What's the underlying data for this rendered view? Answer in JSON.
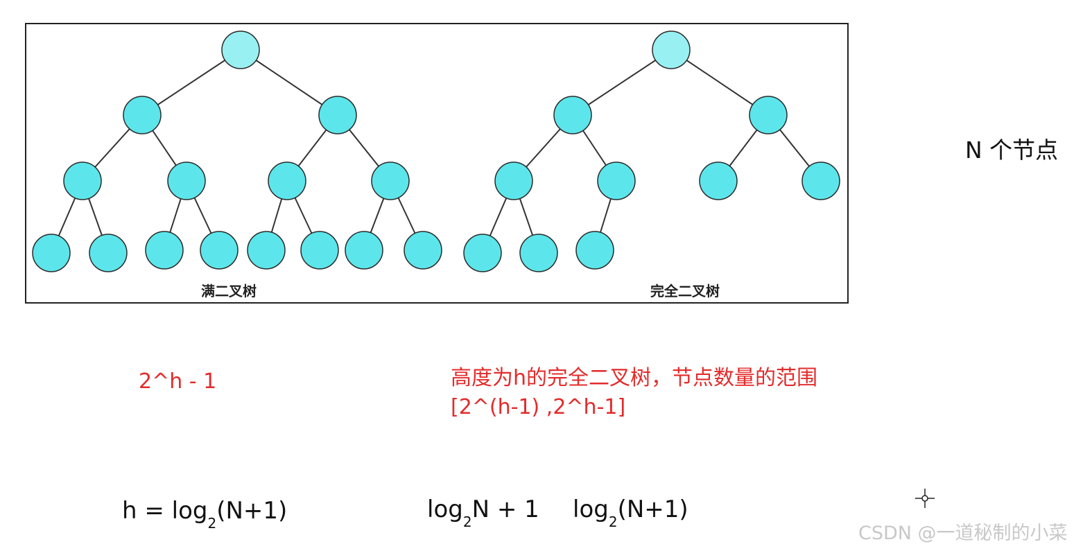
{
  "diagram": {
    "full_tree_caption": "满二叉树",
    "complete_tree_caption": "完全二叉树",
    "node_color": "#5ce6eb",
    "root_color": "#99f0f2",
    "edge_color": "#333333"
  },
  "side_note": "N 个节点",
  "annotations": {
    "full_tree_count": "2^h - 1",
    "complete_range_desc": "高度为h的完全二叉树，节点数量的范围",
    "complete_range_value": "[2^(h-1) ,2^h-1]",
    "color": "#e32b2b"
  },
  "formulas": {
    "height_prefix": "h = log",
    "height_base": "2",
    "height_arg": "(N+1)",
    "option_b_prefix": "log",
    "option_b_base": "2",
    "option_b_rest": "N + 1",
    "option_c_prefix": "log",
    "option_c_base": "2",
    "option_c_rest": "(N+1)"
  },
  "watermark": "CSDN @一道秘制的小菜"
}
